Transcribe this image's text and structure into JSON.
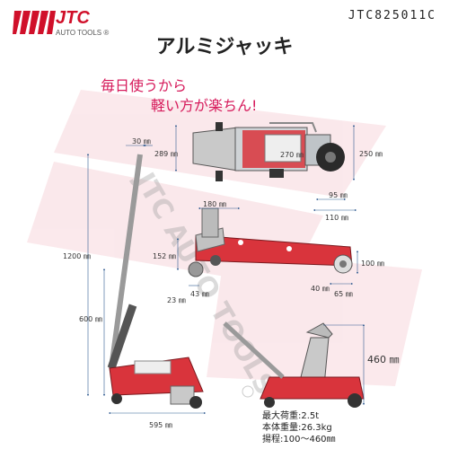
{
  "brand": {
    "logo_text": "JTC",
    "logo_sub": "AUTO TOOLS",
    "registered": "®",
    "watermark": "JTC AUTO TOOLS"
  },
  "product_code": "JTC825011C",
  "title": "アルミジャッキ",
  "slogan": {
    "line1": "毎日使うから",
    "line2": "軽い方が楽ちん!"
  },
  "dimensions": {
    "d30": "30",
    "d289": "289",
    "d270": "270",
    "d250": "250",
    "d95": "95",
    "d110": "110",
    "d180": "180",
    "d152": "152",
    "d100": "100",
    "d40": "40",
    "d65": "65",
    "d23": "23",
    "d43": "43",
    "d1200": "1200",
    "d600": "600",
    "d595": "595",
    "d460": "460",
    "unit": "㎜"
  },
  "specs": [
    {
      "label": "最大荷重",
      "value": "2.5t"
    },
    {
      "label": "本体重量",
      "value": "26.3kg"
    },
    {
      "label": "揚程",
      "value": "100〜460㎜"
    }
  ],
  "colors": {
    "brand_red": "#d0102a",
    "slogan_pink": "#d61a5b",
    "jack_red": "#d9343c",
    "dim_line": "#2f5a8f"
  }
}
